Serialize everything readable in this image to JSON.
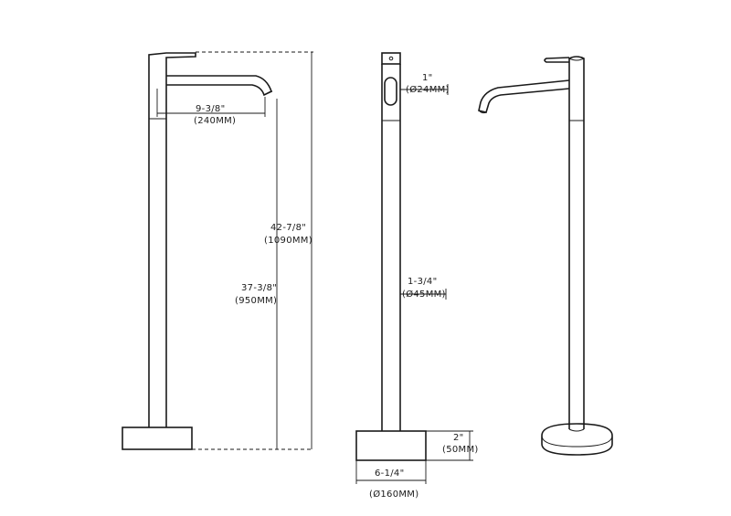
{
  "dimensions": {
    "spout_reach": {
      "imperial": "9-3/8\"",
      "metric": "(240MM)"
    },
    "overall_height": {
      "imperial": "42-7/8\"",
      "metric": "(1090MM)"
    },
    "spout_height": {
      "imperial": "37-3/8\"",
      "metric": "(950MM)"
    },
    "handle_body_dia": {
      "imperial": "1\"",
      "metric": "(Ø24MM)"
    },
    "column_dia": {
      "imperial": "1-3/4\"",
      "metric": "(Ø45MM)"
    },
    "base_height": {
      "imperial": "2\"",
      "metric": "(50MM)"
    },
    "base_dia": {
      "imperial": "6-1/4\"",
      "metric": "(Ø160MM)"
    }
  }
}
